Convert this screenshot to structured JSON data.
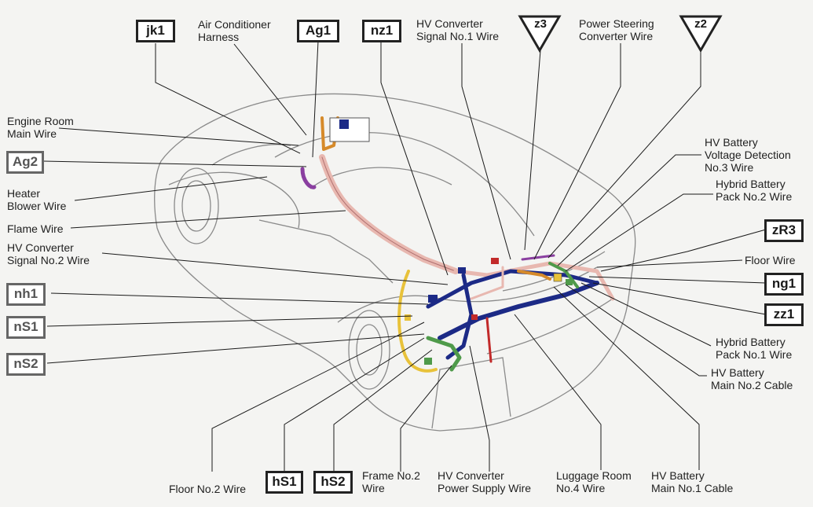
{
  "connectors": {
    "jk1": "jk1",
    "ag1": "Ag1",
    "nz1": "nz1",
    "z3": "z3",
    "z2": "z2",
    "ag2": "Ag2",
    "zr3": "zR3",
    "ng1": "ng1",
    "zz1": "zz1",
    "nh1": "nh1",
    "ns1": "nS1",
    "ns2": "nS2",
    "hs1": "hS1",
    "hs2": "hS2"
  },
  "labels": {
    "air_conditioner_harness": "Air Conditioner\nHarness",
    "hv_converter_signal_no1": "HV Converter\nSignal No.1 Wire",
    "power_steering_converter": "Power Steering\nConverter Wire",
    "engine_room_main": "Engine Room\nMain Wire",
    "heater_blower": "Heater\nBlower Wire",
    "flame_wire": "Flame Wire",
    "hv_converter_signal_no2": "HV Converter\nSignal No.2 Wire",
    "hv_battery_voltage_no3": "HV Battery\nVoltage Detection\nNo.3 Wire",
    "hybrid_battery_pack_no2": "Hybrid Battery\nPack No.2 Wire",
    "floor_wire": "Floor Wire",
    "hybrid_battery_pack_no1": "Hybrid Battery\nPack No.1 Wire",
    "hv_battery_main_no2": "HV Battery\nMain No.2 Cable",
    "floor_no2": "Floor No.2 Wire",
    "frame_no2": "Frame No.2\nWire",
    "hv_converter_power_supply": "HV Converter\nPower Supply Wire",
    "luggage_room_no4": "Luggage Room\nNo.4 Wire",
    "hv_battery_main_no1": "HV Battery\nMain No.1 Cable"
  },
  "colors": {
    "background": "#f4f4f2",
    "outline": "#8a8a8a",
    "leader": "#1a1a1a",
    "harness_blue": "#1c2a86",
    "harness_pink": "#e8b8b0",
    "harness_yellow": "#e8c23a",
    "harness_green": "#4f9a4a",
    "harness_purple": "#8a3fa0",
    "harness_red": "#c22a2a",
    "harness_orange": "#d68a2a"
  }
}
